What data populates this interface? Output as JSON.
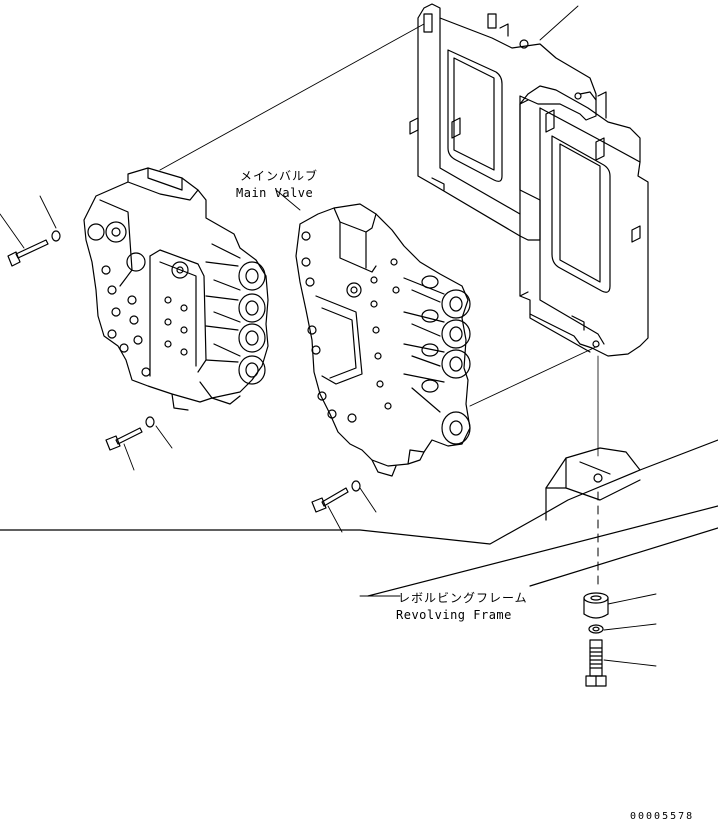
{
  "labels": {
    "main_valve_jp": "メインバルブ",
    "main_valve_en": "Main Valve",
    "revolving_frame_jp": "レボルビングフレーム",
    "revolving_frame_en": "Revolving Frame",
    "drawing_code": "00005578"
  },
  "colors": {
    "line": "#000000",
    "background": "#ffffff"
  }
}
